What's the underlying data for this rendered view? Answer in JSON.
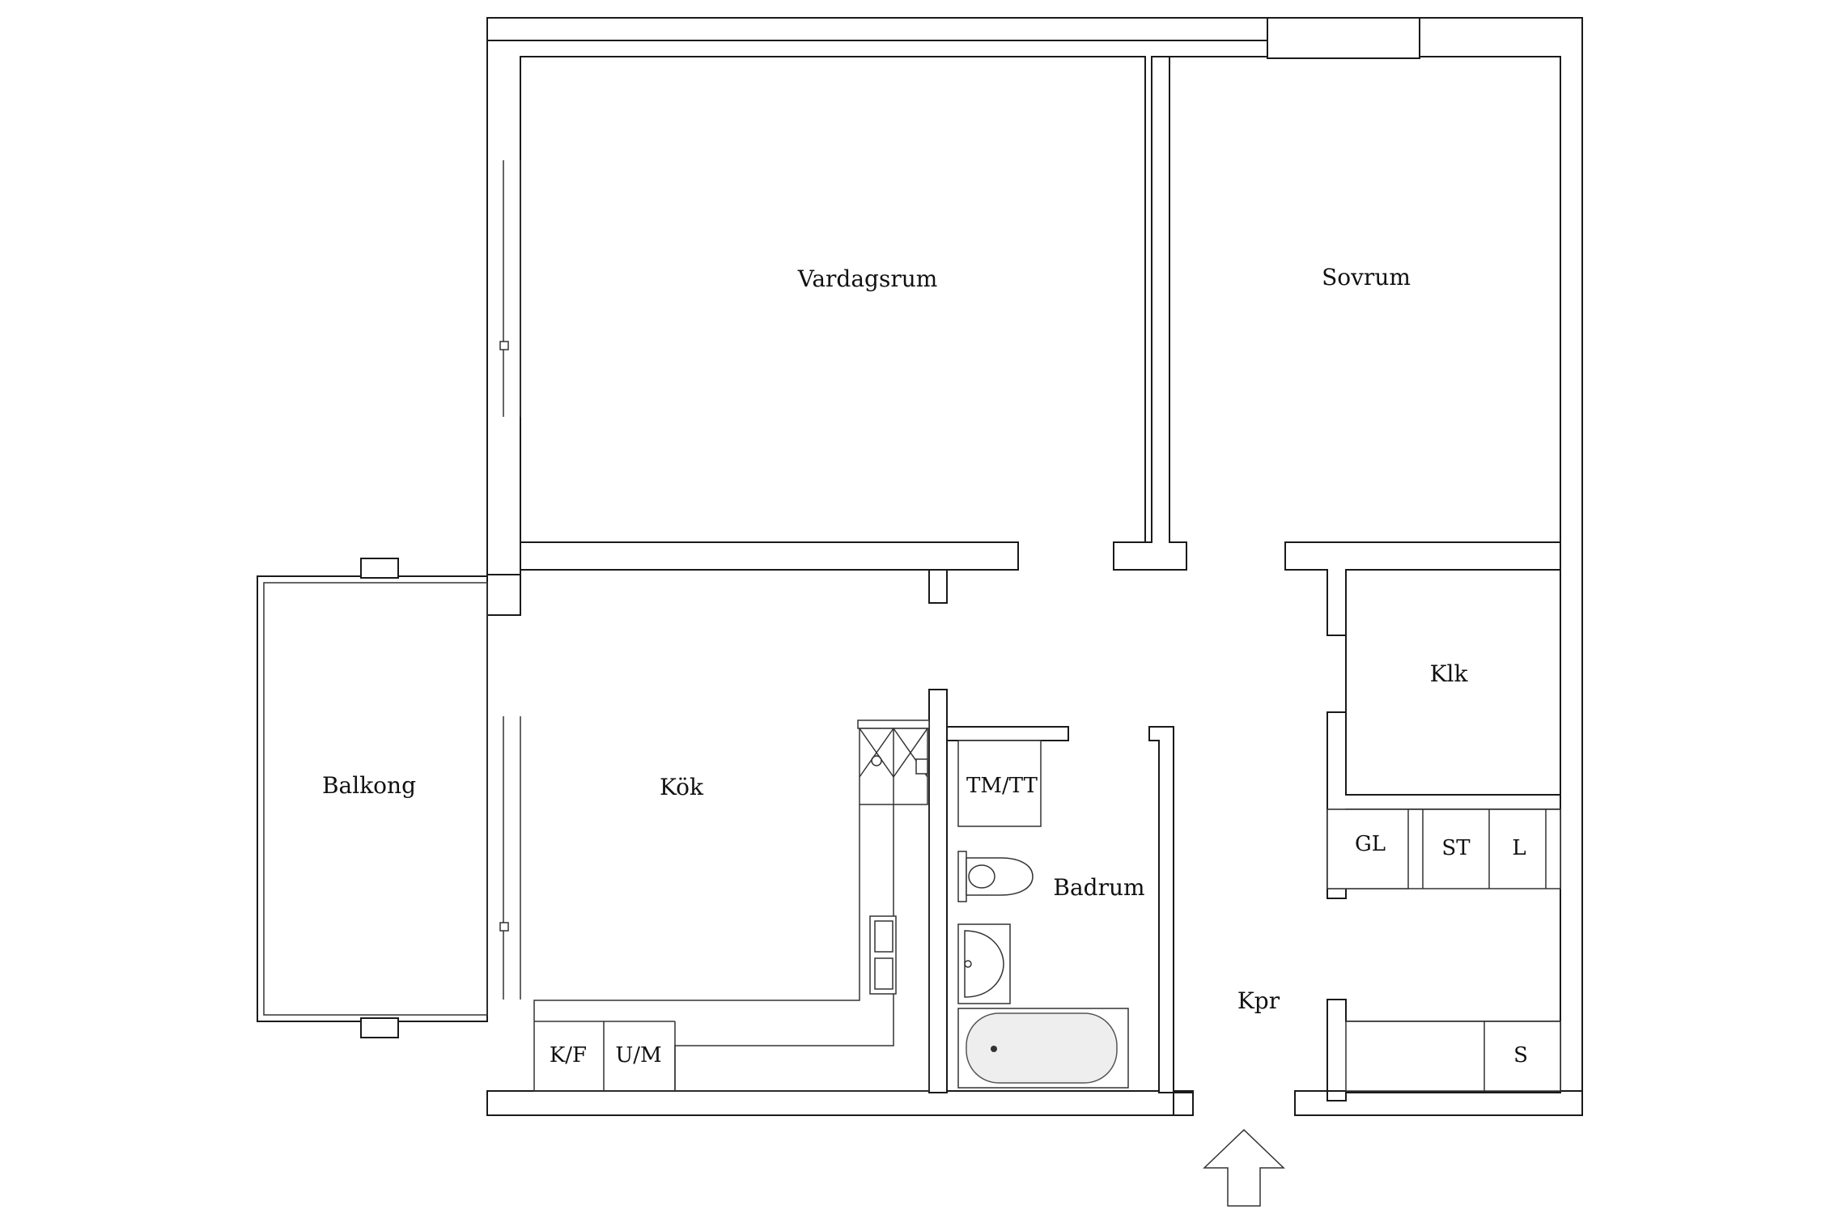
{
  "floorplan": {
    "rooms": {
      "vardagsrum": "Vardagsrum",
      "sovrum": "Sovrum",
      "balkong": "Balkong",
      "kok": "Kök",
      "klk": "Klk",
      "badrum": "Badrum",
      "kpr": "Kpr"
    },
    "fixtures": {
      "tm_tt": "TM/TT",
      "gl": "GL",
      "st": "ST",
      "l": "L",
      "s": "S",
      "k_f": "K/F",
      "u_m": "U/M"
    },
    "icons": {
      "entrance": "entrance-arrow-icon",
      "toilet": "toilet-icon",
      "sink": "sink-icon",
      "bathtub": "bathtub-icon",
      "kitchen_sink": "kitchen-sink-icon",
      "stove": "stove-icon"
    },
    "colors": {
      "wall_stroke": "#1a1a1a",
      "background": "#ffffff",
      "bathtub_fill": "#eeeeee"
    }
  }
}
